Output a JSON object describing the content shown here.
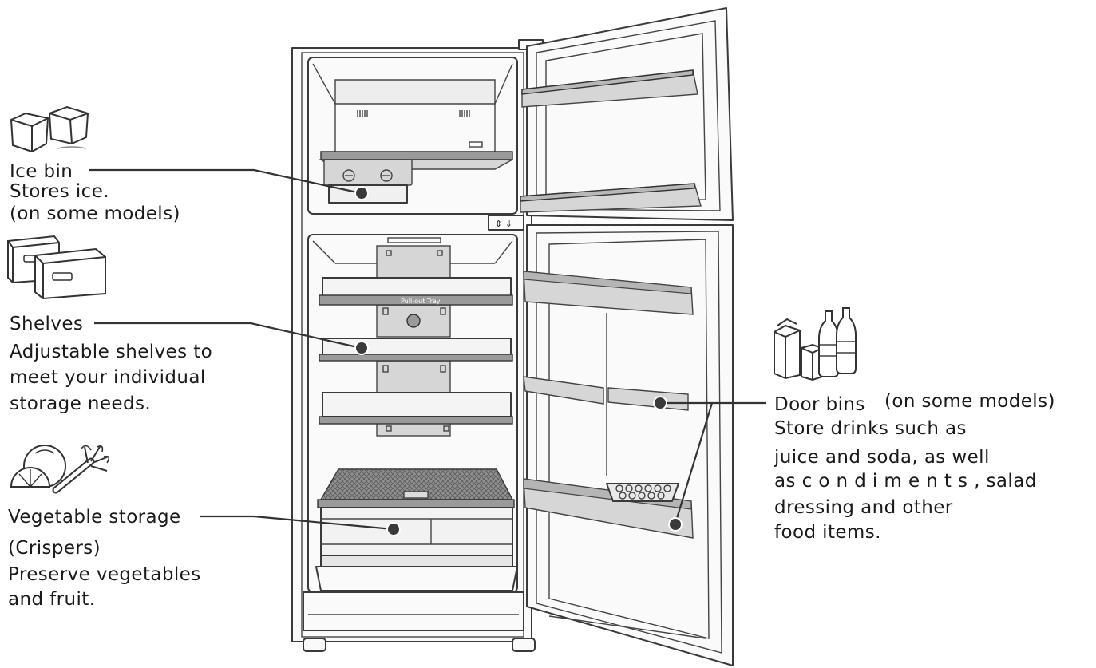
{
  "labels": {
    "ice_bin": {
      "title": "Ice bin",
      "line2": "Stores ice.",
      "line3": "(on some models)"
    },
    "shelves": {
      "title": "Shelves",
      "line2": "Adjustable shelves to",
      "line3": "meet your individual",
      "line4": "storage needs."
    },
    "vegetable": {
      "title": "Vegetable storage",
      "line2": "(Crispers)",
      "line3": "Preserve vegetables",
      "line4": "and fruit."
    },
    "door_bins": {
      "title": "Door bins",
      "note": "(on some models)",
      "line2": "Store  drinks  such  as",
      "line3": "juice and  soda,  as well",
      "line4": "as  c o n d i m e n t s ,  salad",
      "line5": "dressing  and  other",
      "line6": "food items."
    }
  },
  "tray_label": "Pull-out Tray",
  "icons": [
    "ice-cubes-icon",
    "storage-boxes-icon",
    "fruit-vegetables-icon",
    "drinks-bottles-icon"
  ],
  "colors": {
    "line": "#333333",
    "panel": "#d6d6d6",
    "background": "#ffffff"
  }
}
